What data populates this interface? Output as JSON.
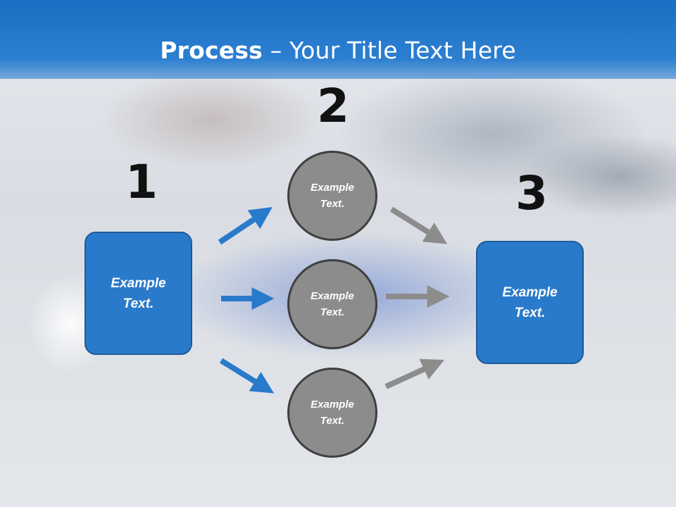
{
  "title": {
    "bold": "Process",
    "rest": " – Your Title Text Here"
  },
  "steps": [
    {
      "number": "1",
      "box_text": "Example Text."
    },
    {
      "number": "2",
      "circles": [
        "Example Text.",
        "Example Text.",
        "Example Text."
      ]
    },
    {
      "number": "3",
      "box_text": "Example Text."
    }
  ],
  "colors": {
    "accent": "#2a7acb",
    "title_bar": "#1a6fc4",
    "circle": "#8c8c8c",
    "arrow_blue": "#2a7acb",
    "arrow_gray": "#8c8c8c"
  }
}
